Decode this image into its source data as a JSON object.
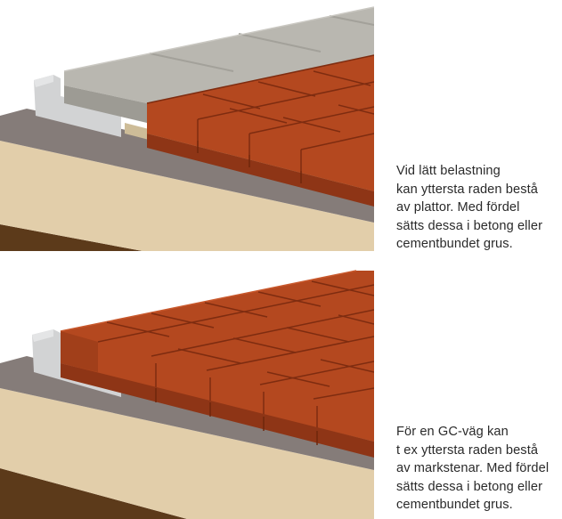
{
  "captions": {
    "top": {
      "lines": [
        "Vid lätt belastning",
        "kan yttersta raden bestå",
        "av plattor. Med fördel",
        "sätts dessa i betong eller",
        "cementbundet grus."
      ]
    },
    "bottom": {
      "lines": [
        "För en GC-väg kan",
        "t ex yttersta raden bestå",
        "av markstenar. Med fördel",
        "sätts dessa i betong eller",
        "cementbundet grus."
      ]
    }
  },
  "colors": {
    "brick": "#b4481f",
    "brick_top": "#c45226",
    "brick_side": "#8e3516",
    "slab_top": "#b9b7b0",
    "slab_side": "#9d9b94",
    "kerb": "#d2d3d4",
    "concrete": "#857c79",
    "sand": "#e2ceaa",
    "soil": "#5c3a1a"
  }
}
